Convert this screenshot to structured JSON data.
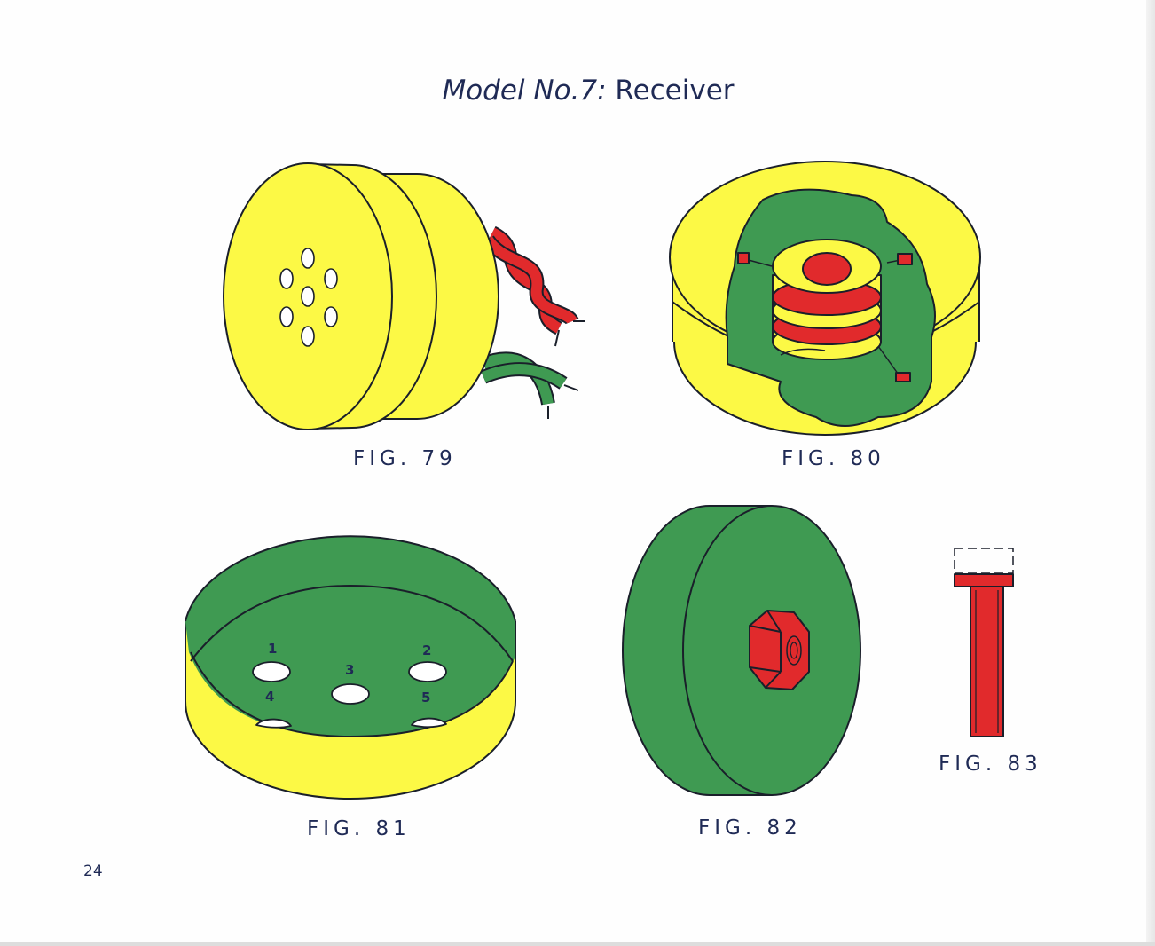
{
  "title": {
    "model": "Model No.7:",
    "name": "Receiver"
  },
  "figures": [
    {
      "id": "fig79",
      "caption": "FIG. 79"
    },
    {
      "id": "fig80",
      "caption": "FIG. 80"
    },
    {
      "id": "fig81",
      "caption": "FIG. 81",
      "hole_labels": [
        "1",
        "2",
        "3",
        "4",
        "5"
      ]
    },
    {
      "id": "fig82",
      "caption": "FIG. 82"
    },
    {
      "id": "fig83",
      "caption": "FIG. 83"
    }
  ],
  "page_number": "24",
  "colors": {
    "yellow": "#fcf945",
    "green": "#3f9a52",
    "red": "#e12a2c",
    "ink": "#1f2a55"
  }
}
